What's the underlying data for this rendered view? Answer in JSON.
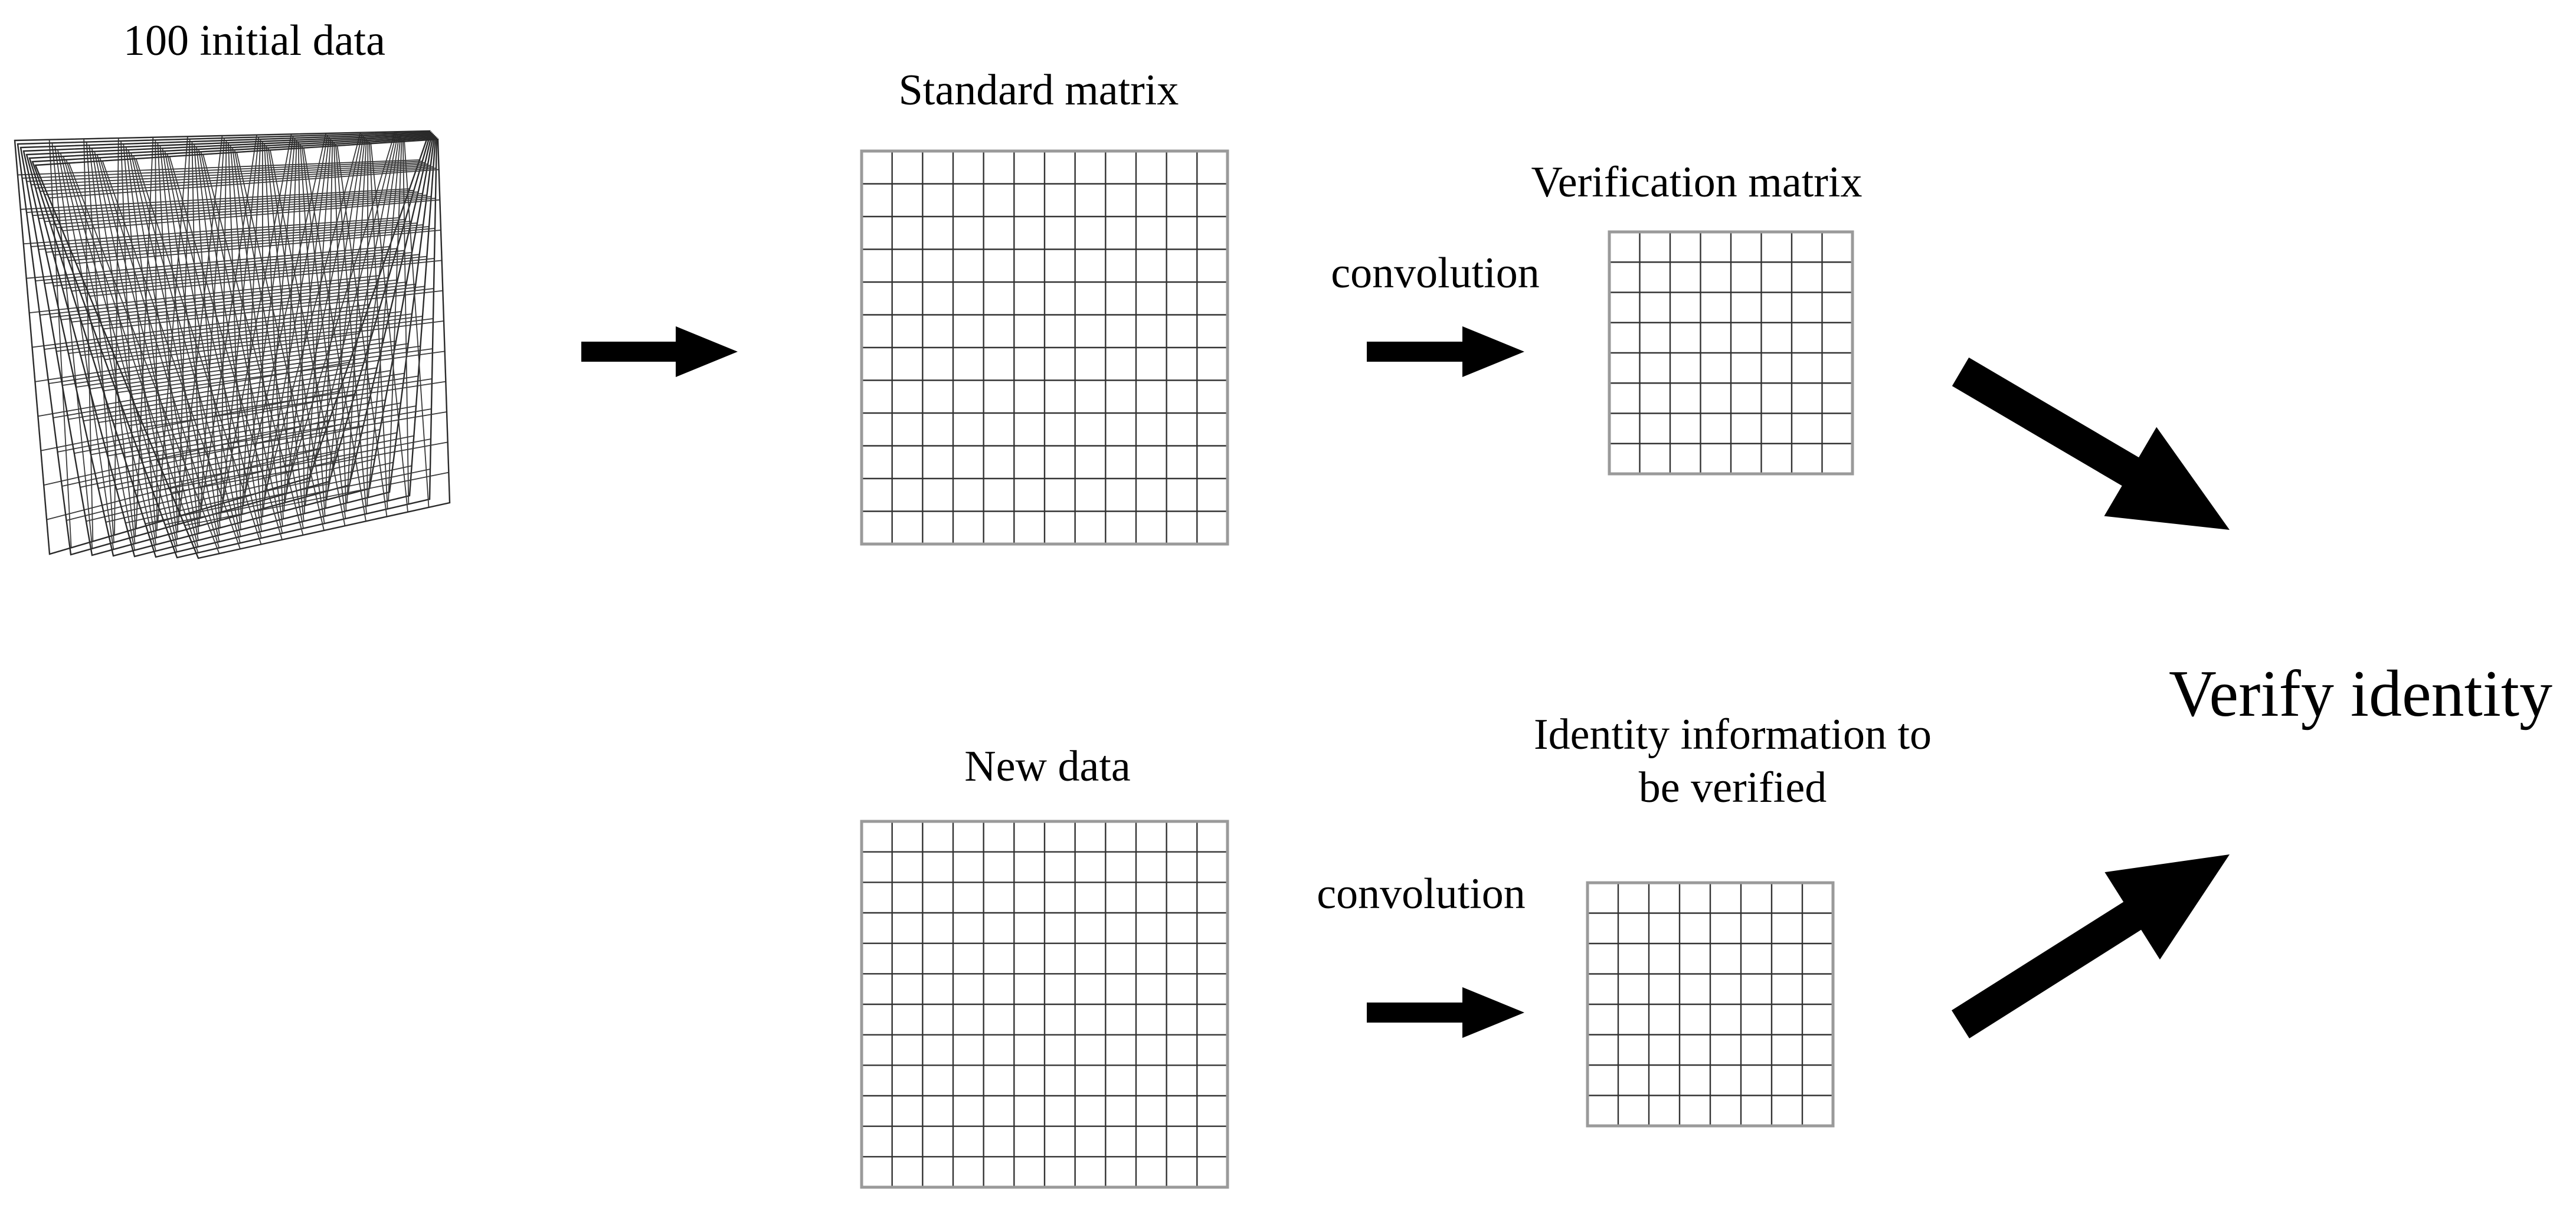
{
  "diagram": {
    "nodes": {
      "initial_stack": {
        "label": "100 initial data",
        "type": "matrix-stack",
        "layers": 8,
        "rows": 12,
        "cols": 12
      },
      "standard_matrix": {
        "label": "Standard matrix",
        "type": "matrix",
        "rows": 12,
        "cols": 12
      },
      "verification_matrix": {
        "label": "Verification matrix",
        "type": "matrix",
        "rows": 8,
        "cols": 8
      },
      "new_data": {
        "label": "New data",
        "type": "matrix",
        "rows": 12,
        "cols": 12
      },
      "identity_info": {
        "label": "Identity information to be verified",
        "label_line1": "Identity information to",
        "label_line2": "be verified",
        "type": "matrix",
        "rows": 8,
        "cols": 8
      },
      "verify_identity": {
        "label": "Verify identity",
        "type": "text"
      }
    },
    "edges": [
      {
        "from": "initial_stack",
        "to": "standard_matrix",
        "label": ""
      },
      {
        "from": "standard_matrix",
        "to": "verification_matrix",
        "label": "convolution"
      },
      {
        "from": "verification_matrix",
        "to": "verify_identity",
        "label": ""
      },
      {
        "from": "new_data",
        "to": "identity_info",
        "label": "convolution"
      },
      {
        "from": "identity_info",
        "to": "verify_identity",
        "label": ""
      }
    ],
    "colors": {
      "background": "#ffffff",
      "text": "#000000",
      "arrow": "#000000",
      "grid_inner": "#333333",
      "grid_border": "#9a9a9a",
      "stack_line": "#3a3a3a"
    }
  }
}
